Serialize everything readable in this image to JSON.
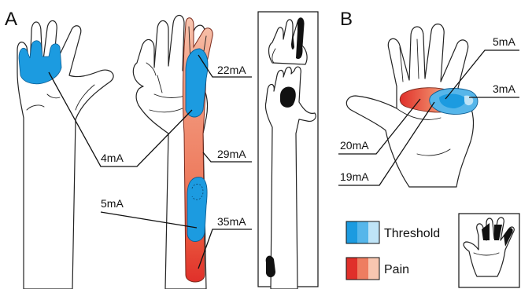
{
  "panels": {
    "a_letter": "A",
    "b_letter": "B"
  },
  "labels_a": {
    "l22": "22mA",
    "l4": "4mA",
    "l29": "29mA",
    "l5": "5mA",
    "l35": "35mA"
  },
  "labels_b": {
    "l5": "5mA",
    "l3": "3mA",
    "l20": "20mA",
    "l19": "19mA"
  },
  "legend": {
    "threshold": "Threshold",
    "pain": "Pain",
    "threshold_colors": [
      "#1c9be0",
      "#56b6ea",
      "#bfe4f7"
    ],
    "pain_colors": [
      "#e0302a",
      "#ee7d60",
      "#f8c6b0"
    ]
  }
}
